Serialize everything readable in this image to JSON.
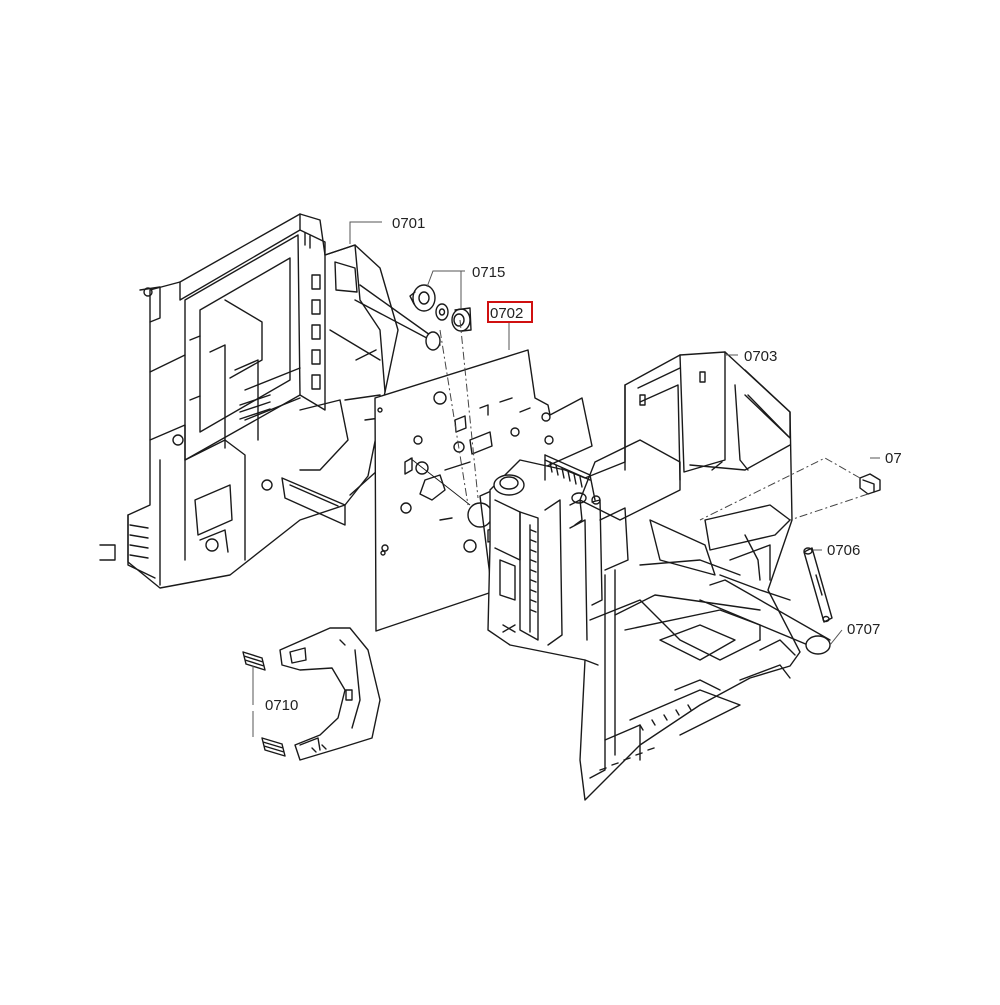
{
  "diagram": {
    "type": "exploded-parts-view",
    "highlight_color": "#d01010",
    "highlighted_part": "0702",
    "callouts": [
      {
        "id": "p0701",
        "label": "0701"
      },
      {
        "id": "p0715",
        "label": "0715"
      },
      {
        "id": "p0702",
        "label": "0702"
      },
      {
        "id": "p0703",
        "label": "0703"
      },
      {
        "id": "p07xx",
        "label": "07"
      },
      {
        "id": "p0706",
        "label": "0706"
      },
      {
        "id": "p0707",
        "label": "0707"
      },
      {
        "id": "p0710",
        "label": "0710"
      }
    ]
  }
}
